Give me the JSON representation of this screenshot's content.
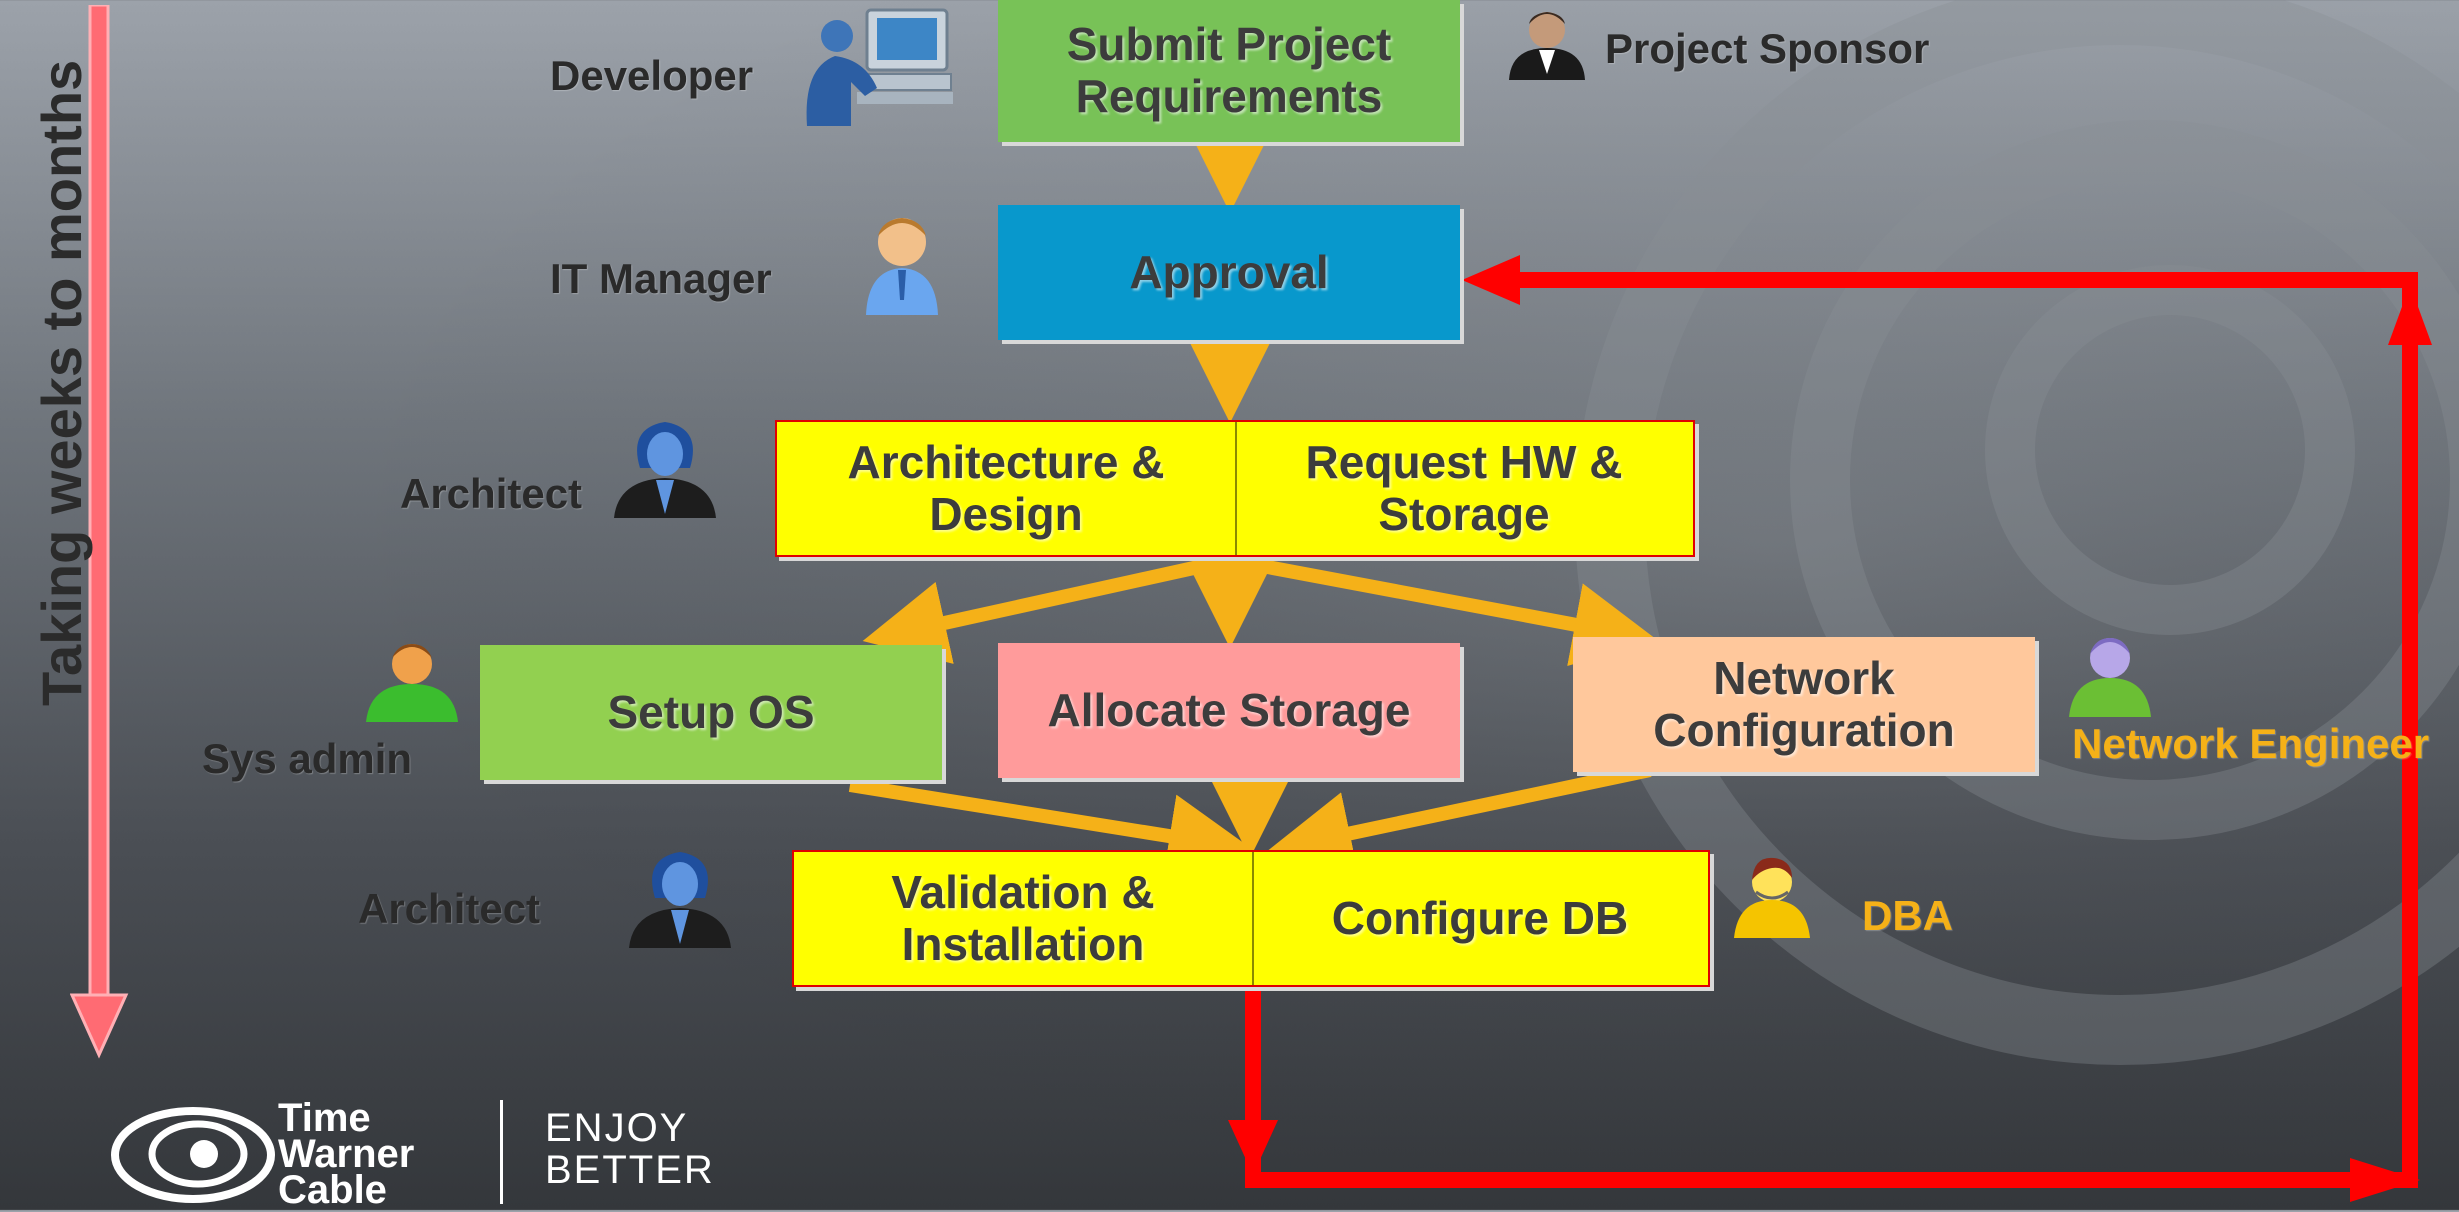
{
  "side_label": "Taking weeks to months",
  "steps": {
    "submit": {
      "line1": "Submit Project",
      "line2": "Requirements"
    },
    "approval": "Approval",
    "arch_design": {
      "line1": "Architecture &",
      "line2": "Design"
    },
    "request_hw": {
      "line1": "Request HW &",
      "line2": "Storage"
    },
    "setup_os": "Setup OS",
    "allocate_storage": "Allocate Storage",
    "network_config": {
      "line1": "Network",
      "line2": "Configuration"
    },
    "validation": {
      "line1": "Validation &",
      "line2": "Installation"
    },
    "configure_db": "Configure DB"
  },
  "roles": {
    "developer": "Developer",
    "project_sponsor": "Project Sponsor",
    "it_manager": "IT Manager",
    "architect_1": "Architect",
    "sys_admin": "Sys admin",
    "network_engineer": "Network Engineer",
    "architect_2": "Architect",
    "dba": "DBA"
  },
  "logo": {
    "line1": "Time",
    "line2": "Warner",
    "line3": "Cable",
    "tag1": "ENJOY",
    "tag2": "BETTER"
  },
  "colors": {
    "green": "#78c257",
    "blue": "#0898cc",
    "yellow": "#ffff00",
    "light_green": "#92d050",
    "pink": "#ff9b9b",
    "peach": "#ffc89c",
    "arrow_orange": "#f5b118",
    "loop_red": "#ff0000"
  }
}
